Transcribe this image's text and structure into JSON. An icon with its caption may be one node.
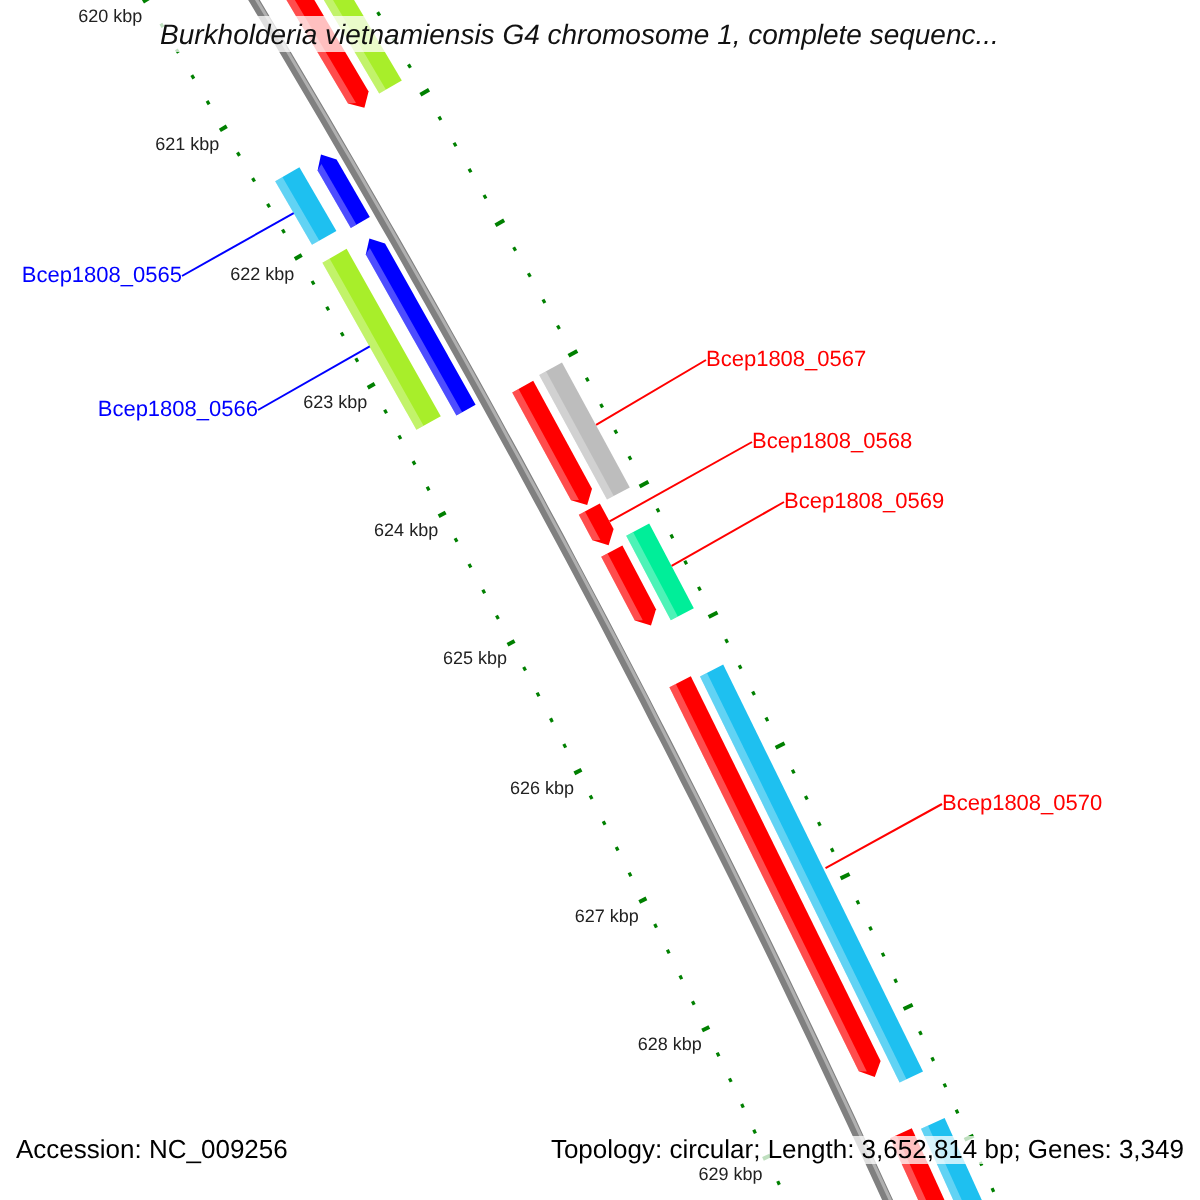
{
  "diagram": {
    "title": "Burkholderia vietnamiensis G4 chromosome 1, complete sequenc...",
    "nodes": [
      {
        "text": [
          "Bcep1808_0565"
        ]
      },
      {
        "text": [
          "Bcep1808_0566"
        ]
      },
      {
        "text": [
          "Bcep1808_0567"
        ]
      },
      {
        "text": [
          "Bcep1808_0568"
        ]
      },
      {
        "text": [
          "Bcep1808_0569"
        ]
      },
      {
        "text": [
          "Bcep1808_0570"
        ]
      },
      {
        "text": [],
        "shape": "bar"
      },
      {
        "text": [],
        "shape": "bar"
      },
      {
        "text": [],
        "shape": "bar"
      },
      {
        "text": [],
        "shape": "bar"
      },
      {
        "text": [],
        "shape": "bar"
      },
      {
        "text": [],
        "shape": "bar"
      }
    ],
    "edges": [
      {
        "from": 0,
        "to": 6,
        "arrow": "none",
        "color": "#0000ff"
      },
      {
        "from": 1,
        "to": 7,
        "arrow": "none",
        "color": "#0000ff"
      },
      {
        "from": 2,
        "to": 8,
        "arrow": "none"
      },
      {
        "from": 3,
        "to": 9,
        "arrow": "none"
      },
      {
        "from": 4,
        "to": 10,
        "arrow": "none"
      },
      {
        "from": 5,
        "to": 11,
        "arrow": "none"
      }
    ],
    "labels": [
      "620 kbp",
      "621 kbp",
      "622 kbp",
      "623 kbp",
      "624 kbp",
      "625 kbp",
      "626 kbp",
      "627 kbp",
      "628 kbp",
      "629 kbp",
      "Accession: NC_009256",
      "Topology: circular; Length: 3,652,814 bp; Genes: 3,349"
    ]
  }
}
